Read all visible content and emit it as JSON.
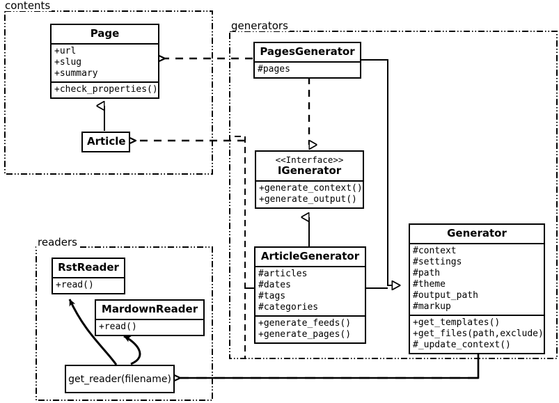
{
  "diagram": {
    "type": "uml-class-diagram",
    "title": "",
    "packages": [
      {
        "id": "contents",
        "label": "contents"
      },
      {
        "id": "generators",
        "label": "generators"
      },
      {
        "id": "readers",
        "label": "readers"
      }
    ],
    "classes": {
      "page": {
        "name": "Page",
        "attributes": [
          "+url",
          "+slug",
          "+summary"
        ],
        "methods": [
          "+check_properties()"
        ]
      },
      "article": {
        "name": "Article",
        "attributes": [],
        "methods": []
      },
      "pages_generator": {
        "name": "PagesGenerator",
        "attributes": [
          "#pages"
        ],
        "methods": []
      },
      "igenerator": {
        "stereotype": "<<Interface>>",
        "name": "IGenerator",
        "attributes": [],
        "methods": [
          "+generate_context()",
          "+generate_output()"
        ]
      },
      "article_generator": {
        "name": "ArticleGenerator",
        "attributes": [
          "#articles",
          "#dates",
          "#tags",
          "#categories"
        ],
        "methods": [
          "+generate_feeds()",
          "+generate_pages()"
        ]
      },
      "generator": {
        "name": "Generator",
        "attributes": [
          "#context",
          "#settings",
          "#path",
          "#theme",
          "#output_path",
          "#markup"
        ],
        "methods": [
          "+get_templates()",
          "+get_files(path,exclude)",
          "#_update_context()"
        ]
      },
      "rst_reader": {
        "name": "RstReader",
        "attributes": [],
        "methods": [
          "+read()"
        ]
      },
      "mardown_reader": {
        "name": "MardownReader",
        "attributes": [],
        "methods": [
          "+read()"
        ]
      },
      "get_reader": {
        "name": "get_reader(filename)"
      }
    },
    "relations": [
      {
        "from": "article",
        "to": "page",
        "kind": "generalization"
      },
      {
        "from": "pages_generator",
        "to": "igenerator",
        "kind": "realization"
      },
      {
        "from": "article_generator",
        "to": "igenerator",
        "kind": "generalization"
      },
      {
        "from": "pages_generator",
        "to": "generator",
        "kind": "generalization"
      },
      {
        "from": "article_generator",
        "to": "generator",
        "kind": "generalization"
      },
      {
        "from": "pages_generator",
        "to": "page",
        "kind": "dependency"
      },
      {
        "from": "article_generator",
        "to": "article",
        "kind": "dependency"
      },
      {
        "from": "generator",
        "to": "get_reader",
        "kind": "dependency"
      },
      {
        "from": "get_reader",
        "to": "rst_reader",
        "kind": "creates"
      },
      {
        "from": "get_reader",
        "to": "mardown_reader",
        "kind": "creates"
      }
    ],
    "colors": {
      "stroke": "#000000",
      "fill": "#ffffff"
    }
  }
}
